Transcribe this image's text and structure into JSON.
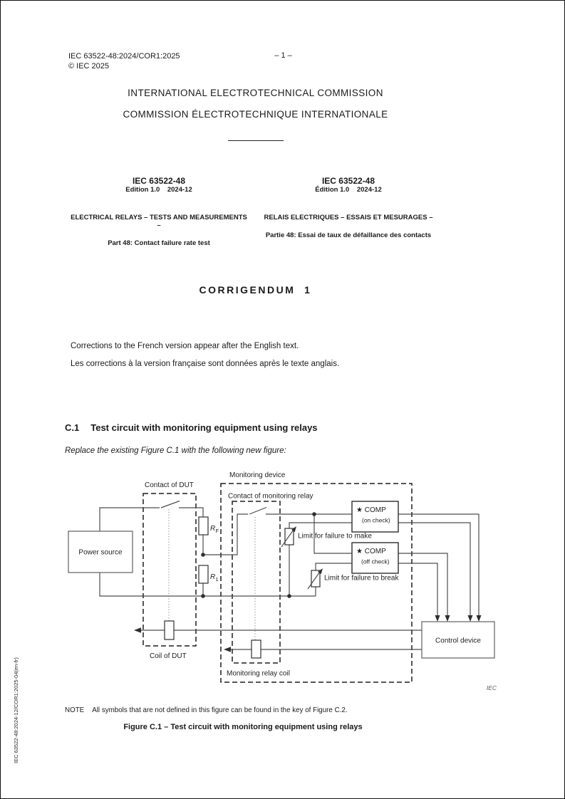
{
  "page": {
    "header_code": "IEC 63522-48:2024/COR1:2025",
    "header_copyright": "© IEC 2025",
    "page_number": "– 1 –",
    "sidebar_vertical": "IEC 63522-48:2024-12/COR1:2025-04(en-fr)"
  },
  "title": {
    "line1": "INTERNATIONAL ELECTROTECHNICAL COMMISSION",
    "line2": "COMMISSION ÉLECTROTECHNIQUE INTERNATIONALE"
  },
  "edition_columns": {
    "english": {
      "code": "IEC 63522-48",
      "edition": "Edition 1.0    2024-12",
      "subject": "ELECTRICAL RELAYS – TESTS AND MEASUREMENTS –",
      "part": "Part 48: Contact failure rate test"
    },
    "french": {
      "code": "IEC 63522-48",
      "edition": "Édition 1.0    2024-12",
      "subject": "RELAIS ELECTRIQUES – ESSAIS ET MESURAGES –",
      "part": "Partie 48: Essai de taux de défaillance des contacts"
    }
  },
  "corrigendum_title": "CORRIGENDUM  1",
  "body": {
    "correction_en": "Corrections to the French version appear after the English text.",
    "correction_fr": "Les corrections à la version française sont données après le texte anglais.",
    "section_number": "C.1",
    "section_title": "Test circuit with monitoring equipment using relays",
    "replace_instruction": "Replace the existing Figure C.1 with the following new figure:"
  },
  "figure": {
    "monitoring_device": "Monitoring device",
    "contact_of_dut": "Contact of DUT",
    "contact_of_monitoring_relay": "Contact of monitoring relay",
    "power_source": "Power source",
    "rf_main": "R",
    "rf_sub": "F",
    "r1_main": "R",
    "r1_sub": "1",
    "comp_title": "★ COMP",
    "comp_on_check": "(on check)",
    "comp_off_check": "(off check)",
    "limit_make": "Limit for failure to make",
    "limit_break": "Limit for failure to break",
    "control_device": "Control device",
    "coil_of_dut": "Coil of DUT",
    "monitoring_relay_coil": "Monitoring relay coil",
    "iec_credit": "IEC"
  },
  "note": {
    "label": "NOTE",
    "text": "All symbols that are not defined in this figure can be found in the key of Figure C.2."
  },
  "caption": "Figure C.1 – Test circuit with monitoring equipment using relays",
  "colors": {
    "text": "#1a1a1a",
    "line": "#4d4d4d",
    "dashed_box": "#1d1d1d"
  }
}
